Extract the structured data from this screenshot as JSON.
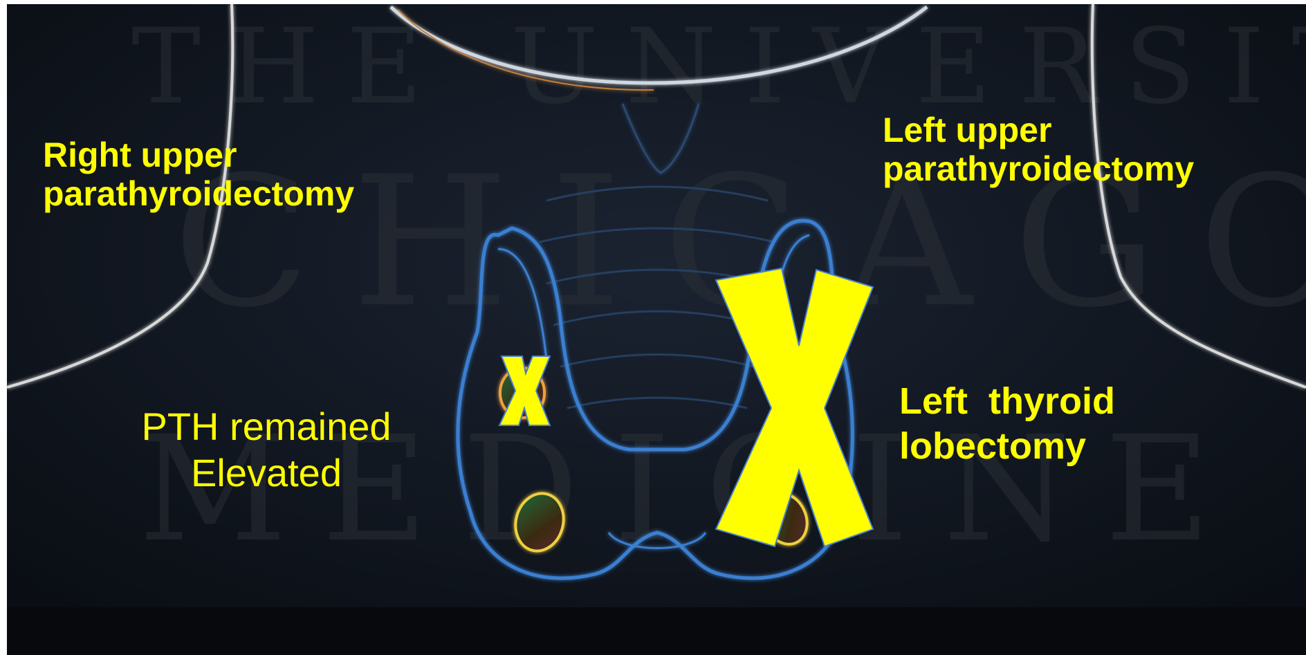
{
  "watermark": {
    "lines": [
      "THE UNIVERSITY",
      "CHICAGO",
      "MEDICINE"
    ],
    "logo_text": true
  },
  "labels": {
    "right_upper": [
      "Right upper",
      "parathyroidectomy"
    ],
    "left_upper": [
      "Left upper",
      "parathyroidectomy"
    ],
    "left_thyroid": [
      "Left  thyroid",
      "lobectomy"
    ],
    "pth": [
      "PTH remained",
      "Elevated"
    ]
  },
  "marks": {
    "small_x": "right-upper-parathyroid",
    "large_x": "left-thyroid-lobe"
  },
  "colors": {
    "background": "#0c1118",
    "accent": "#ffff00",
    "outline_blue": "#3a7fd0",
    "x_fill": "#ffff00",
    "x_stroke": "#4a7fd0"
  }
}
